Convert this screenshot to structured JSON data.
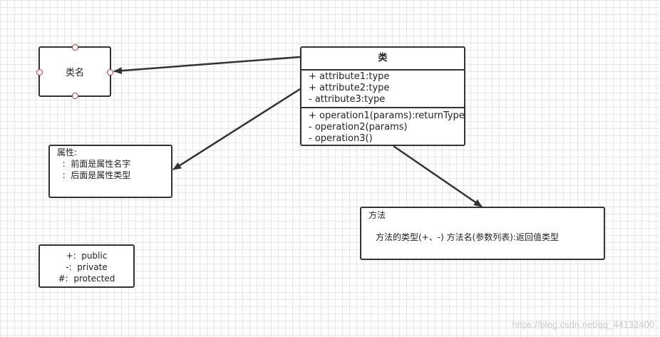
{
  "class_name_box": {
    "label": "类名"
  },
  "class_box": {
    "title": "类",
    "attributes": [
      "+ attribute1:type",
      "+ attribute2:type",
      "- attribute3:type"
    ],
    "operations": [
      "+ operation1(params):returnType",
      "- operation2(params)",
      "- operation3()"
    ]
  },
  "attribute_note": {
    "lines": [
      "属性:",
      "  :  前面是属性名字",
      "  :  后面是属性类型"
    ]
  },
  "method_note": {
    "title": "方法",
    "body": "方法的类型(+、-) 方法名(参数列表):返回值类型"
  },
  "visibility_legend": {
    "lines": [
      "+:  public",
      "-:  private",
      "#:  protected"
    ]
  },
  "watermark": "https://blog.csdn.net/qq_44132400",
  "colors": {
    "stroke": "#333333",
    "handle": "#aa3333",
    "grid": "#e6e6e6"
  }
}
